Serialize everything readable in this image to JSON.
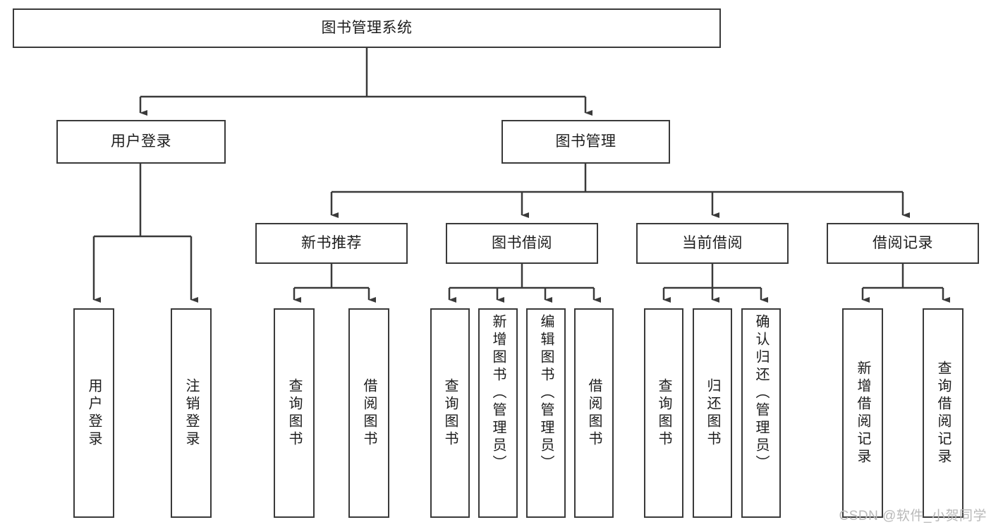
{
  "diagram": {
    "title": "图书管理系统",
    "type": "functional-structure-tree",
    "root": {
      "label": "图书管理系统"
    },
    "level2": [
      {
        "label": "用户登录"
      },
      {
        "label": "图书管理"
      }
    ],
    "level3": [
      {
        "label": "新书推荐"
      },
      {
        "label": "图书借阅"
      },
      {
        "label": "当前借阅"
      },
      {
        "label": "借阅记录"
      }
    ],
    "leaves": {
      "user_login": [
        {
          "label": "用户登录"
        },
        {
          "label": "注销登录"
        }
      ],
      "new_book_recommend": [
        {
          "label": "查询图书"
        },
        {
          "label": "借阅图书"
        }
      ],
      "book_borrow": [
        {
          "label": "查询图书"
        },
        {
          "label": "新增图书（管理员）"
        },
        {
          "label": "编辑图书（管理员）"
        },
        {
          "label": "借阅图书"
        }
      ],
      "current_borrow": [
        {
          "label": "查询图书"
        },
        {
          "label": "归还图书"
        },
        {
          "label": "确认归还（管理员）"
        }
      ],
      "borrow_record": [
        {
          "label": "新增借阅记录"
        },
        {
          "label": "查询借阅记录"
        }
      ]
    }
  },
  "watermark": {
    "text": "CSDN @软件_小贺同学"
  },
  "colors": {
    "border": "#3a3a3a",
    "text": "#1d1d1d",
    "background": "#ffffff",
    "watermark": "#b9b9b9"
  }
}
